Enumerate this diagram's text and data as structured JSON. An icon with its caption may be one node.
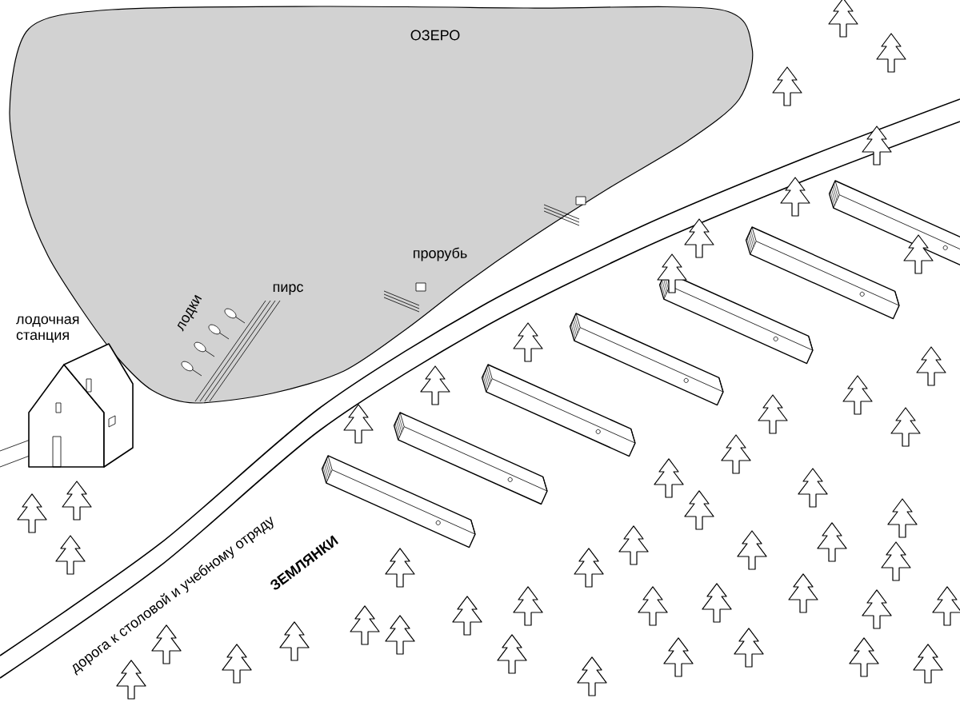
{
  "diagram": {
    "nodes": [
      {
        "text": [
          "ОЗЕРО"
        ]
      }
    ],
    "labels": [
      "лодочная станция",
      "лодки",
      "пирс",
      "прорубь",
      "дорога к столовой и учебному отряду",
      "ЗЕМЛЯНКИ"
    ]
  }
}
